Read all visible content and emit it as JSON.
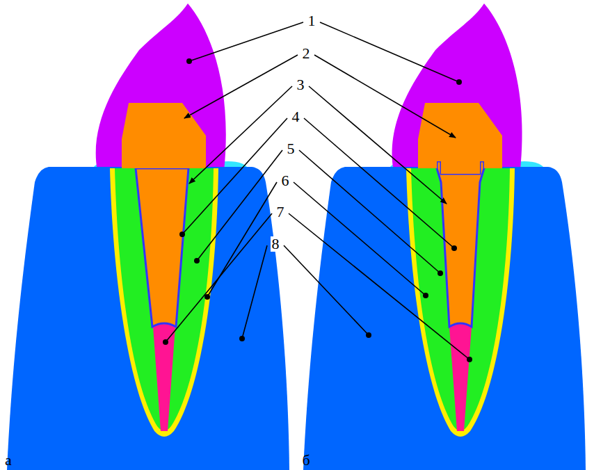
{
  "diagram": {
    "labels": [
      "1",
      "2",
      "3",
      "4",
      "5",
      "6",
      "7",
      "8",
      "а",
      "б"
    ]
  }
}
